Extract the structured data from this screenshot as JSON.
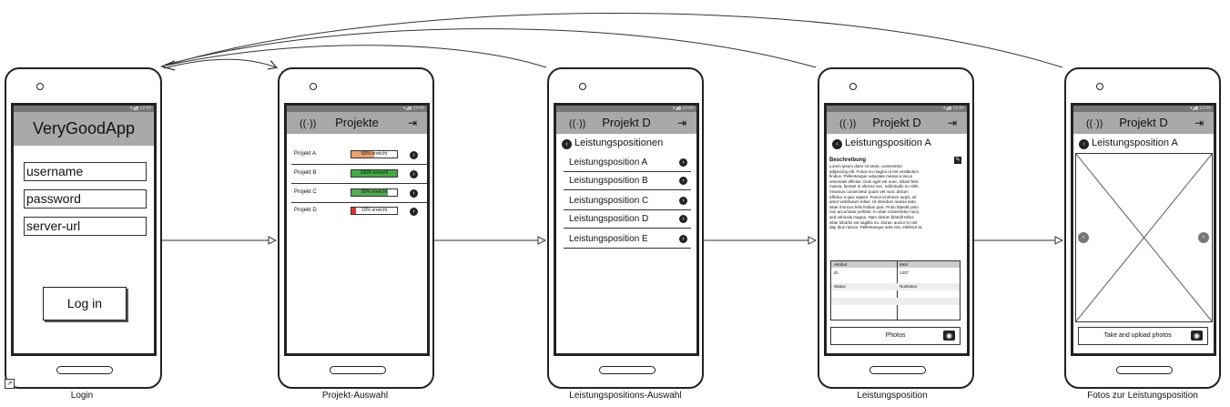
{
  "screens": {
    "login": {
      "caption": "Login",
      "app_title": "VeryGoodApp",
      "username": "username",
      "password": "password",
      "server_url": "server-url",
      "login_button": "Log in"
    },
    "projects": {
      "caption": "Projekt-Auswahl",
      "title": "Projekte",
      "items": [
        {
          "name": "Projekt A",
          "progress_label": "50% erreicht",
          "progress": 0.5,
          "color": "#e8a070"
        },
        {
          "name": "Projekt B",
          "progress_label": "100% erreicht",
          "progress": 1.0,
          "color": "#44aa44"
        },
        {
          "name": "Projekt C",
          "progress_label": "80% erreicht",
          "progress": 0.8,
          "color": "#55aa55"
        },
        {
          "name": "Projekt D",
          "progress_label": "10% erreicht",
          "progress": 0.1,
          "color": "#dd3333"
        }
      ]
    },
    "positions": {
      "caption": "Leistungspositions-Auswahl",
      "title": "Projekt D",
      "subtitle": "Leistungspositionen",
      "items": [
        "Leistungsposition A",
        "Leistungsposition B",
        "Leistungsposition C",
        "Leistungsposition D",
        "Leistungsposition E"
      ]
    },
    "position": {
      "caption": "Leistungsposition",
      "title": "Projekt D",
      "subtitle": "Leistungsposition A",
      "description_label": "Beschreibung",
      "description_lines": [
        "Lorem ipsum dolor sit amet, consectetur",
        "adipiscing elit. Fusce eu magna ut est vestibulum",
        "finibus. Pellentesque vulputate massa a lacus",
        "venenatis efficitur. Duis eget est nunc. Etiam felis",
        "massa, laoreet in ultrices nec, sollicitudin eu nibh.",
        "Vivamus consectetur quam vel nunc dictum",
        "efficitur a quis sapien. Fusce id dictum turpis, sit",
        "amet vestibulum tellus. Ut interdum massa ante,",
        "vitae rhoncus felis finibus quis. Proin blandit justo",
        "non accumsan porttitor. In vitae consectetur nunc,",
        "sed vehicula magna. Nam dictum blandit tellus",
        "vitae lobortis est sagittis eu. Donec auctor in nisl",
        "dap ibus rutrum. Pellentesque ante nisi, eleifend at,"
      ],
      "table": {
        "headers": [
          "Attribut",
          "Wert"
        ],
        "rows": [
          [
            "ID",
            "1337"
          ],
          [
            "Status",
            "Nurklatus"
          ]
        ]
      },
      "photos_button": "Photos"
    },
    "photos": {
      "caption": "Fotos zur Leistungsposition",
      "title": "Projekt D",
      "subtitle": "Leistungsposition A",
      "upload_button": "Take and upload photos"
    }
  }
}
